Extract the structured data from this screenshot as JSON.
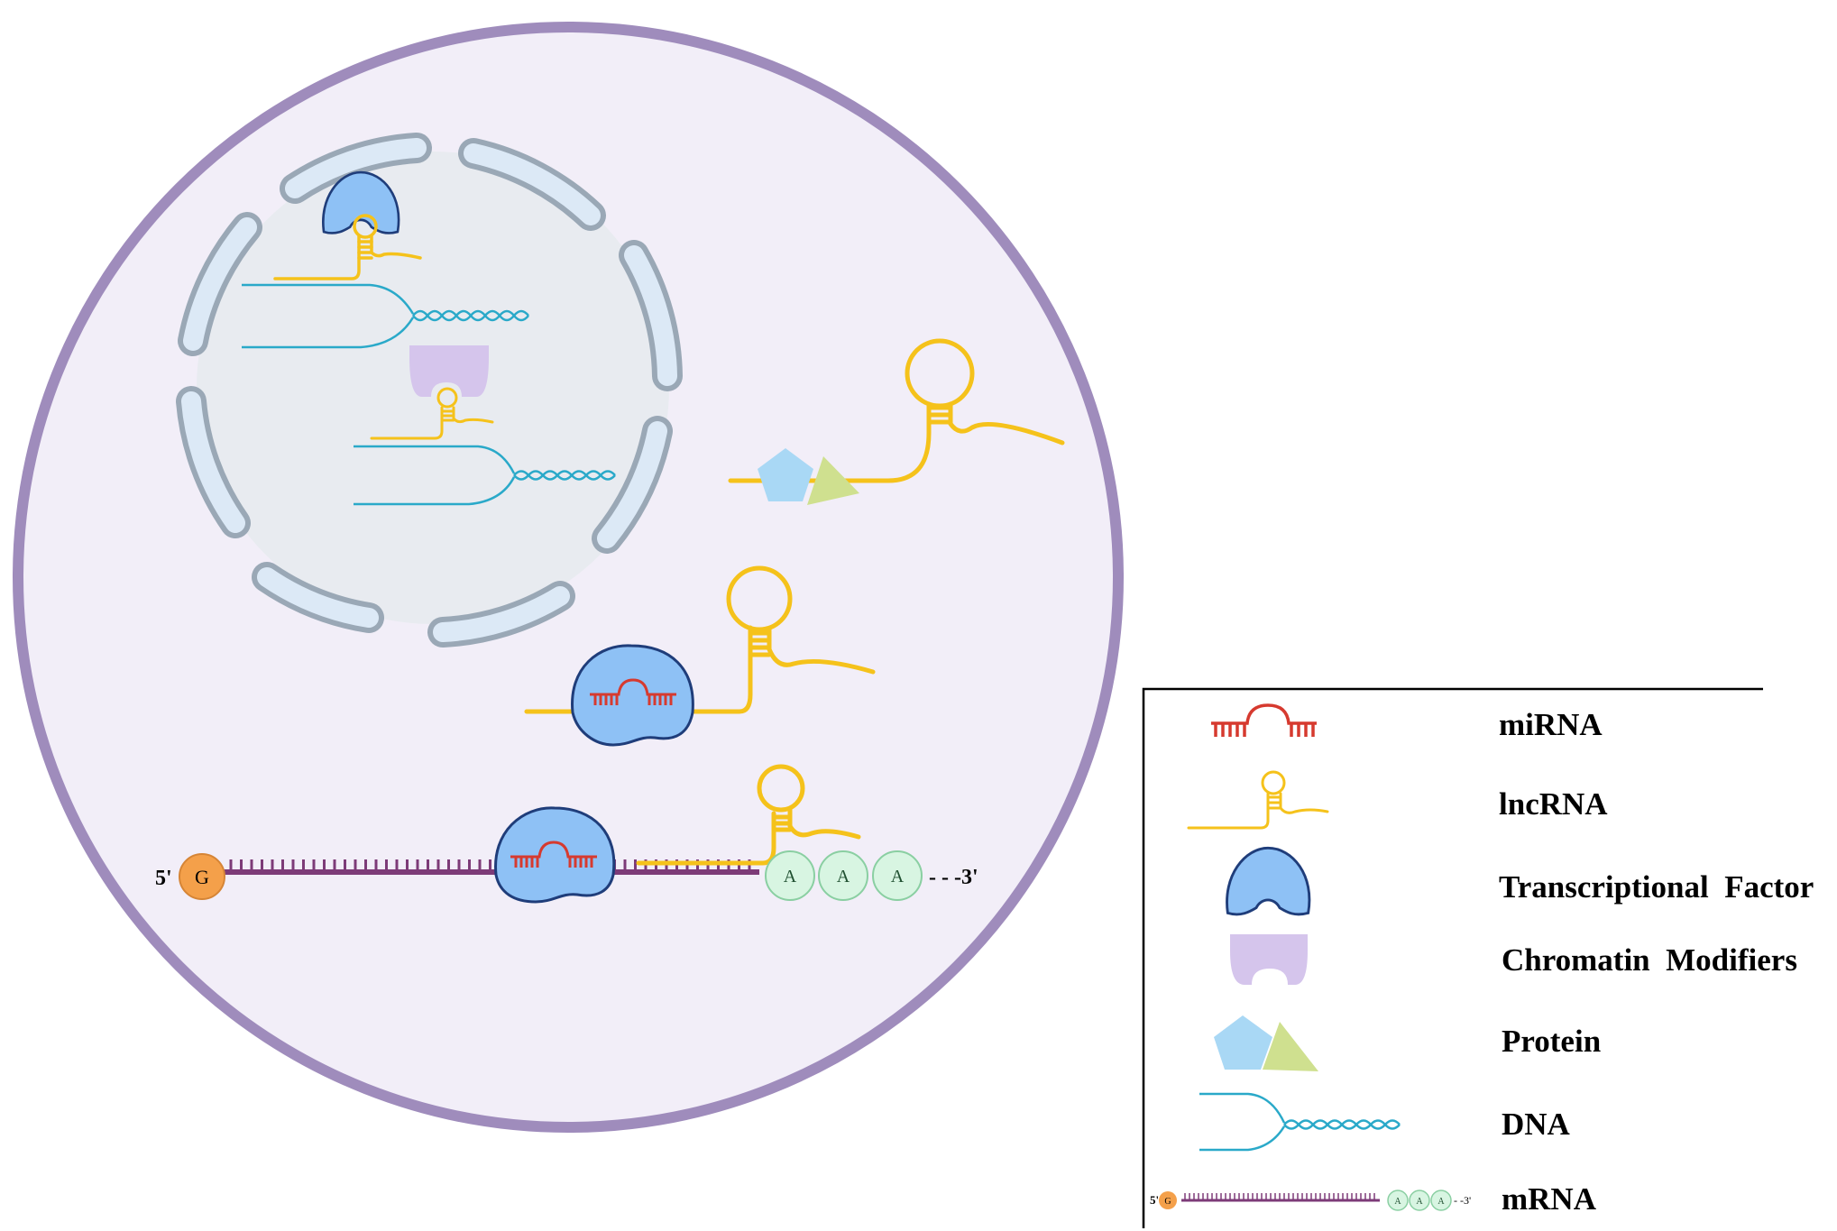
{
  "colors": {
    "membrane": "#9f8cbc",
    "cytoplasm": "#f2eef8",
    "nucleus": "#e8ebf0",
    "nuclear_envelope_fill": "#dce9f6",
    "nuclear_envelope_stroke": "#9aa8b6",
    "lncrna": "#f5c21b",
    "dna": "#2aa9c9",
    "mirna": "#d63a2f",
    "tf_fill": "#8ec1f5",
    "tf_stroke": "#1f3d7a",
    "chromatin": "#d5c5ec",
    "protein_pentagon": "#a9d8f5",
    "protein_triangle": "#cfe08f",
    "mrna": "#7d3b78",
    "cap": "#f4a04a",
    "polya_fill": "#d8f5e2",
    "polya_stroke": "#8acfa2"
  },
  "mrna": {
    "five_prime": "5'",
    "cap_letter": "G",
    "poly_a": [
      "A",
      "A",
      "A"
    ],
    "three_prime": "- - -3'"
  },
  "legend": {
    "items": [
      {
        "label": "miRNA",
        "icon": "mirna-icon"
      },
      {
        "label": "lncRNA",
        "icon": "lncrna-icon"
      },
      {
        "label": "Transcriptional  Factor",
        "icon": "transcription-factor-icon"
      },
      {
        "label": "Chromatin  Modifiers",
        "icon": "chromatin-modifier-icon"
      },
      {
        "label": "Protein",
        "icon": "protein-icon"
      },
      {
        "label": "DNA",
        "icon": "dna-icon"
      },
      {
        "label": "mRNA",
        "icon": "mrna-icon"
      }
    ],
    "mini_mrna": {
      "five_prime": "5'",
      "cap_letter": "G",
      "poly_a": [
        "A",
        "A",
        "A"
      ],
      "three_prime": "- -3'"
    }
  }
}
